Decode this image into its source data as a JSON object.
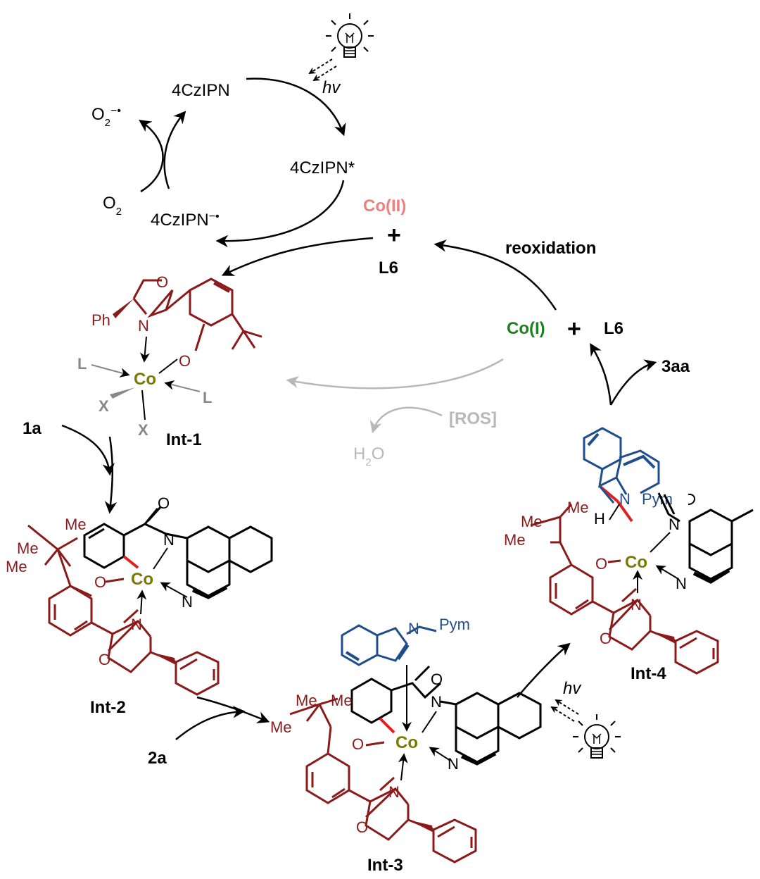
{
  "colors": {
    "black": "#000000",
    "maroon": "#8b1a1a",
    "blue": "#1f4e8c",
    "olive": "#7a7a00",
    "green": "#1d7f1d",
    "pink": "#f08080",
    "gray": "#b8b8b8",
    "red": "#e02020"
  },
  "icons": [
    "lightbulb-icon",
    "lightbulb-icon"
  ],
  "photocat": {
    "ground": "4CzIPN",
    "excited": "4CzIPN*",
    "reduced": "4CzIPN",
    "reduced_sup": "−•",
    "hv": "hv",
    "o2": "O",
    "o2_sub": "2",
    "superoxide": "O",
    "superoxide_sub": "2",
    "superoxide_sup": "−•"
  },
  "cobalt": {
    "co2": "Co(II)",
    "plus": "+",
    "l6_top": "L6",
    "reoxidation": "reoxidation",
    "co1": "Co(I)",
    "plus2": "+",
    "l6_right": "L6",
    "ros": "[ROS]",
    "water_h": "H",
    "water_sub": "2",
    "water_o": "O",
    "product": "3aa",
    "sub_1a": "1a",
    "sub_2a": "2a"
  },
  "intermediates": {
    "int1": {
      "name": "Int-1",
      "ph": "Ph",
      "o_ring": "O",
      "n": "N",
      "o_phen": "O",
      "co": "Co",
      "l_left": "L",
      "l_right": "L",
      "x_left": "X",
      "x_bottom": "X"
    },
    "int2": {
      "name": "Int-2",
      "me1": "Me",
      "me2": "Me",
      "me3": "Me",
      "o_carbonyl": "O",
      "n_amide": "N",
      "co": "Co",
      "o_phen": "O",
      "n_quin": "N",
      "n_ox": "N",
      "o_ox": "O"
    },
    "int3": {
      "name": "Int-3",
      "pym": "Pym",
      "n_indole": "N",
      "me1": "Me",
      "me2": "Me",
      "me3": "Me",
      "o_carbonyl": "O",
      "n_amide": "N",
      "co": "Co",
      "o_phen": "O",
      "n_quin": "N",
      "n_ox": "N",
      "o_ox": "O"
    },
    "int4": {
      "name": "Int-4",
      "n_pym": "N",
      "pym": "Pym",
      "me1": "Me",
      "me2": "Me",
      "h": "H",
      "n_amide": "N",
      "co": "Co",
      "o_phen": "O",
      "n_quin": "N",
      "n_ox": "N",
      "o_ox": "O"
    }
  }
}
